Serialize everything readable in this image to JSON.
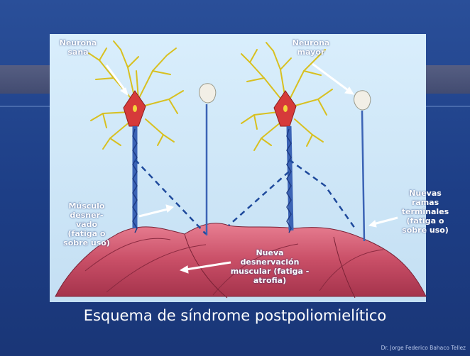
{
  "diagram": {
    "caption": "Esquema de síndrome postpoliomielítico",
    "credit": "Dr. Jorge Federico Bahaco Tellez",
    "labels": {
      "neuron_left_line1": "Neurona",
      "neuron_left_line2": "sana",
      "neuron_right_line1": "Neurona",
      "neuron_right_line2": "mayor",
      "left_note": "Músculo\ndesner-\nvado\n(fatiga o\nsobre uso)",
      "middle_note_1": "Nueva",
      "middle_note_2": "desnervación",
      "middle_note_3": "muscular (fatiga -",
      "middle_note_4": "atrofia)",
      "right_note": "Nuevas\nramas\nterminales\n(fatiga o\nsobre uso)"
    },
    "colors": {
      "background": "#1f3f86",
      "panel": "#cfe6f6",
      "muscle": "#c9506a",
      "axon": "#3b63b5",
      "dendrite": "#d8c020",
      "soma": "#d63a3a"
    }
  }
}
